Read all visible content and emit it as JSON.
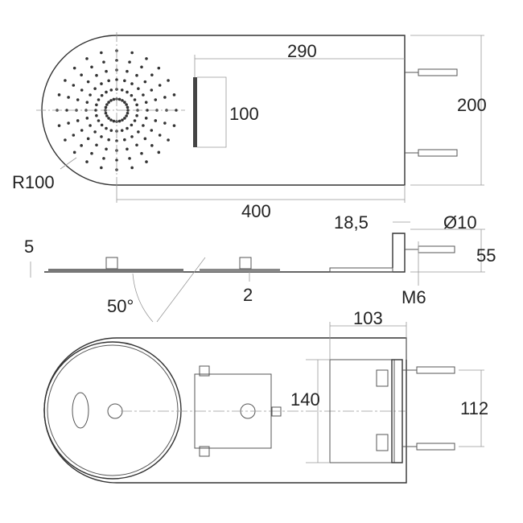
{
  "top_view": {
    "width_label": "400",
    "height_label": "200",
    "arm_label": "290",
    "inlet_label": "100",
    "radius_label": "R100"
  },
  "side_view": {
    "thickness_label": "5",
    "bracket_label": "18,5",
    "diameter_label": "Ø10",
    "bracket_height_label": "55",
    "thread_label": "M6",
    "gap_label": "2",
    "angle_label": "50°"
  },
  "bottom_view": {
    "box_width_label": "103",
    "box_height_label": "140",
    "connector_spacing_label": "112"
  }
}
